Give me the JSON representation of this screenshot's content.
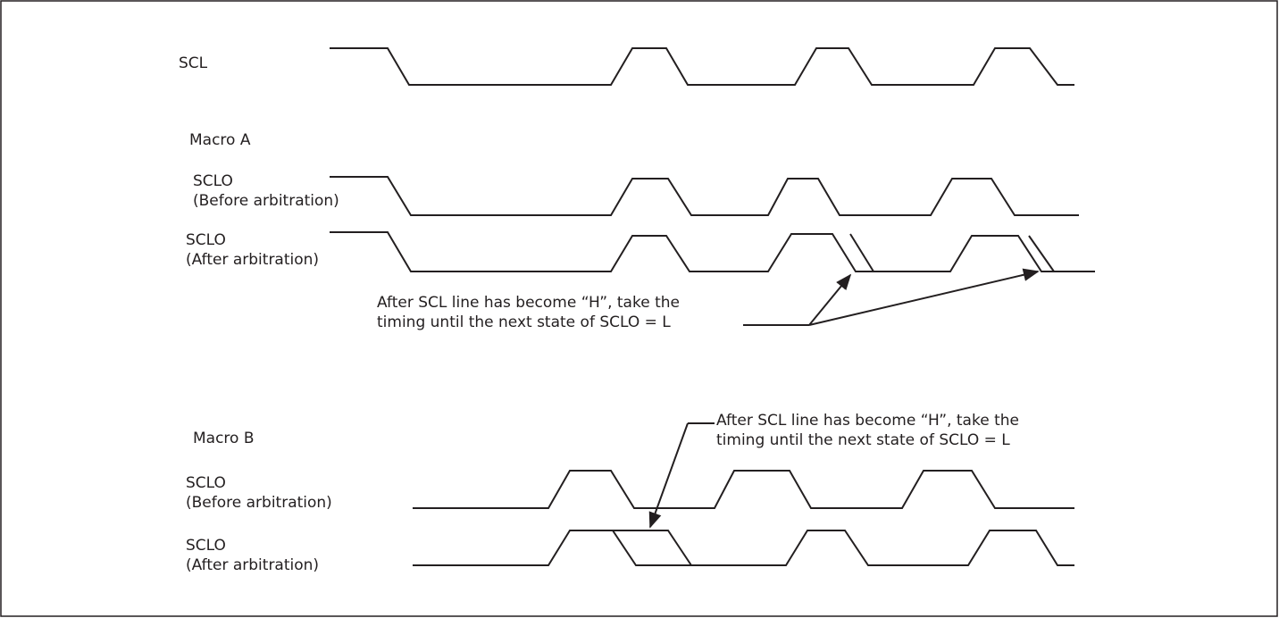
{
  "signals": {
    "scl": "SCL",
    "macro_a": "Macro A",
    "a_sclo_before": {
      "name": "SCLO",
      "note": "(Before arbitration)"
    },
    "a_sclo_after": {
      "name": "SCLO",
      "note": "(After arbitration)"
    },
    "macro_b": "Macro B",
    "b_sclo_before": {
      "name": "SCLO",
      "note": "(Before arbitration)"
    },
    "b_sclo_after": {
      "name": "SCLO",
      "note": "(After arbitration)"
    }
  },
  "annotations": {
    "macro_a_note": {
      "line1": "After SCL line has become “H”, take the",
      "line2": "timing until the next state of SCLO = L"
    },
    "macro_b_note": {
      "line1": "After SCL line has become “H”, take the",
      "line2": "timing until the next state of SCLO = L"
    }
  },
  "colors": {
    "line": "#231f20",
    "frame": "#231f20",
    "background": "#ffffff"
  }
}
